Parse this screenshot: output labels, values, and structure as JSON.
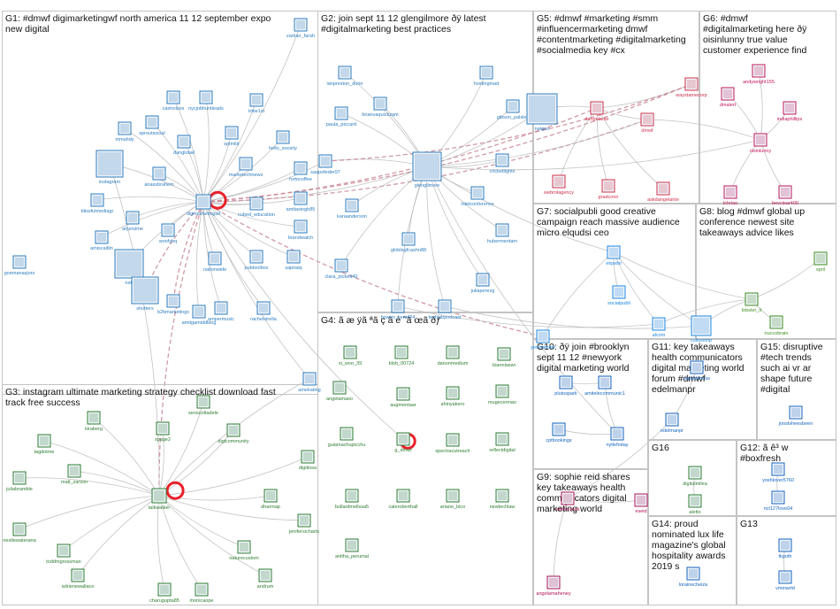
{
  "groups": [
    {
      "id": "G1",
      "label": "G1: #dmwf digimarketingwf north america 11 12 september expo\nnew digital"
    },
    {
      "id": "G2",
      "label": "G2: join sept 11 12 glengilmore ðÿ latest\n#digitalmarketing best practices"
    },
    {
      "id": "G3",
      "label": "G3: instagram ultimate marketing strategy checklist download fast\ntrack free success"
    },
    {
      "id": "G4",
      "label": "G4: ã æ ÿã ªã ç ã è ˆã œã ðƒ"
    },
    {
      "id": "G5",
      "label": "G5: #dmwf #marketing #smm\n#influencermarketing dmwf\n#contentmarketing #digitalmarketing\n#socialmedia key #cx"
    },
    {
      "id": "G6",
      "label": "G6: #dmwf\n#digitalmarketing here ðÿ\noisinlunny true value\ncustomer experience find"
    },
    {
      "id": "G7",
      "label": "G7: socialpubli good creative\ncampaign reach massive audience\nmicro elqudsi ceo"
    },
    {
      "id": "G8",
      "label": "G8: blog #dmwf global up\nconference newest site\ntakeaways advice likes"
    },
    {
      "id": "G9",
      "label": "G9: sophie reid shares\nkey takeaways health\ncommunicators digital\nmarketing world"
    },
    {
      "id": "G10",
      "label": "G10: ðÿ join #brooklyn\nsept 11 12 #newyork\ndigital marketing world"
    },
    {
      "id": "G11",
      "label": "G11: key takeaways\nhealth communicators\ndigital marketing world\nforum #dmwf\nedelmanpr"
    },
    {
      "id": "G12",
      "label": "G12: ã ê³ w\n#boxfresh"
    },
    {
      "id": "G13",
      "label": "G13"
    },
    {
      "id": "G14",
      "label": "G14: proud\nnominated lux life\nmagazine's global\nhospitality awards\n2019 s"
    },
    {
      "id": "G15",
      "label": "G15: disruptive\n#tech trends\nsuch ai vr ar\nshape future\n#digital"
    },
    {
      "id": "G16",
      "label": "G16"
    }
  ],
  "nodes": [
    {
      "id": "zarkan_farah",
      "label": "zarkan_farah",
      "color": "#2e7dbf"
    },
    {
      "id": "nycjobhuntleads",
      "label": "nycjobhuntleads",
      "color": "#2e7dbf"
    },
    {
      "id": "castroluss",
      "label": "castroluss",
      "color": "#2e7dbf"
    },
    {
      "id": "tribe1st",
      "label": "tribe1st",
      "color": "#2e7dbf"
    },
    {
      "id": "mmahdy",
      "label": "mmahdy",
      "color": "#2e7dbf"
    },
    {
      "id": "sproutsocial",
      "label": "sproutsocial",
      "color": "#2e7dbf"
    },
    {
      "id": "danglobal",
      "label": "danglobal",
      "color": "#2e7dbf"
    },
    {
      "id": "sprinklr",
      "label": "sprinklr",
      "color": "#2e7dbf"
    },
    {
      "id": "hello_society",
      "label": "hello_society",
      "color": "#2e7dbf"
    },
    {
      "id": "instagram",
      "label": "instagram",
      "color": "#2e7dbf"
    },
    {
      "id": "anassbrahem",
      "label": "anassbrahem",
      "color": "#2e7dbf"
    },
    {
      "id": "marketechnews",
      "label": "marketechnews",
      "color": "#2e7dbf"
    },
    {
      "id": "fortocoffee",
      "label": "fortocoffee",
      "color": "#2e7dbf"
    },
    {
      "id": "blissfulmediagr",
      "label": "blissfulmediagr",
      "color": "#2e7dbf"
    },
    {
      "id": "digimarketingwf",
      "label": "digimarketingwf",
      "color": "#2e7dbf"
    },
    {
      "id": "cubed_education",
      "label": "cubed_education",
      "color": "#2e7dbf"
    },
    {
      "id": "amitasingh85",
      "label": "amitasingh85",
      "color": "#2e7dbf"
    },
    {
      "id": "arjunsime",
      "label": "arjunsime",
      "color": "#2e7dbf"
    },
    {
      "id": "woofyhq",
      "label": "woofyhq",
      "color": "#2e7dbf"
    },
    {
      "id": "brandwatch",
      "label": "brandwatch",
      "color": "#2e7dbf"
    },
    {
      "id": "amiscaitlin",
      "label": "amiscaitlin",
      "color": "#2e7dbf"
    },
    {
      "id": "goemanasjors",
      "label": "goemanasjors",
      "color": "#2e7dbf"
    },
    {
      "id": "netflix",
      "label": "netf",
      "color": "#2e7dbf"
    },
    {
      "id": "nationwide",
      "label": "nationwide",
      "color": "#2e7dbf"
    },
    {
      "id": "pubtoolbox",
      "label": "pubtoolbox",
      "color": "#2e7dbf"
    },
    {
      "id": "sapiraiq",
      "label": "sapiraiq",
      "color": "#2e7dbf"
    },
    {
      "id": "shutterstock",
      "label": "shutters",
      "color": "#2e7dbf"
    },
    {
      "id": "b2bmarketingx",
      "label": "b2bmarketingx",
      "color": "#2e7dbf"
    },
    {
      "id": "ampermusic",
      "label": "ampermusic",
      "color": "#2e7dbf"
    },
    {
      "id": "rachelstrella",
      "label": "rachelstrella",
      "color": "#2e7dbf"
    },
    {
      "id": "amitgamiddblog",
      "label": "amitgamiddblog",
      "color": "#2e7dbf"
    },
    {
      "id": "amekating",
      "label": "amekating",
      "color": "#2e7dbf"
    },
    {
      "id": "ianpreston_dunn",
      "label": "ianpreston_dunn",
      "color": "#2e7dbf"
    },
    {
      "id": "hostingmad",
      "label": "hostingmad",
      "color": "#2e7dbf"
    },
    {
      "id": "brianvaquickzam",
      "label": "brianvaquickzam",
      "color": "#2e7dbf"
    },
    {
      "id": "paula_piccard",
      "label": "paula_piccard",
      "color": "#2e7dbf"
    },
    {
      "id": "gibson_palsley",
      "label": "gibson_palsley",
      "color": "#2e7dbf"
    },
    {
      "id": "natgeo",
      "label": "natgeo",
      "color": "#2e7dbf"
    },
    {
      "id": "saapofeder97",
      "label": "saapofeder97",
      "color": "#2e7dbf"
    },
    {
      "id": "glengilmore",
      "label": "glengilmore",
      "color": "#2e7dbf"
    },
    {
      "id": "cricketlights",
      "label": "cricketlights",
      "color": "#2e7dbf"
    },
    {
      "id": "intelconference",
      "label": "intelconference",
      "color": "#2e7dbf"
    },
    {
      "id": "karaanderson",
      "label": "karaanderson",
      "color": "#2e7dbf"
    },
    {
      "id": "globlegfcashn88",
      "label": "globlegfcashn88",
      "color": "#2e7dbf"
    },
    {
      "id": "hubermentam",
      "label": "hubermentam",
      "color": "#2e7dbf"
    },
    {
      "id": "clara_pickett40",
      "label": "clara_pickett40",
      "color": "#2e7dbf"
    },
    {
      "id": "juliaperezg",
      "label": "juliaperezg",
      "color": "#2e7dbf"
    },
    {
      "id": "bowen_kent424",
      "label": "bowen_kent424",
      "color": "#2e7dbf"
    },
    {
      "id": "techlabpodcast",
      "label": "techlabpodcast",
      "color": "#2e7dbf"
    },
    {
      "id": "waystamecorp",
      "label": "waystamecorp",
      "color": "#d0304a"
    },
    {
      "id": "dangelante",
      "label": "dangelante",
      "color": "#d0304a"
    },
    {
      "id": "dmwf",
      "label": "dmwf",
      "color": "#d0304a"
    },
    {
      "id": "webrolagency",
      "label": "webrolagency",
      "color": "#d0304a"
    },
    {
      "id": "gradconn",
      "label": "gradconn",
      "color": "#d0304a"
    },
    {
      "id": "askdangelante",
      "label": "askdangelante",
      "color": "#d0304a"
    },
    {
      "id": "andywright155",
      "label": "andywright155",
      "color": "#c2185b"
    },
    {
      "id": "dmalert",
      "label": "dmalert",
      "color": "#c2185b"
    },
    {
      "id": "indiaphillips",
      "label": "indiaphillips",
      "color": "#c2185b"
    },
    {
      "id": "oisinlunny",
      "label": "oisinlunny",
      "color": "#c2185b"
    },
    {
      "id": "tchrlao",
      "label": "tchrlao",
      "color": "#c2185b"
    },
    {
      "id": "bevclear400",
      "label": "bevclear400",
      "color": "#c2185b"
    },
    {
      "id": "elqudsi",
      "label": "elqudsi",
      "color": "#1e88e5"
    },
    {
      "id": "socialpubli",
      "label": "socialpubli",
      "color": "#1e88e5"
    },
    {
      "id": "yesenimaw",
      "label": "yesenimaw",
      "color": "#1e88e5"
    },
    {
      "id": "alcomm",
      "label": "alcom",
      "color": "#1e88e5"
    },
    {
      "id": "culturetrip",
      "label": "culturetrip",
      "color": "#1e88e5"
    },
    {
      "id": "spril",
      "label": "spril",
      "color": "#3f8e1f"
    },
    {
      "id": "lobster_it",
      "label": "lobster_it",
      "color": "#3f8e1f"
    },
    {
      "id": "nuccobrain",
      "label": "nuccobrain",
      "color": "#3f8e1f"
    },
    {
      "id": "si_woo_39",
      "label": "si_woo_39",
      "color": "#2e7d32"
    },
    {
      "id": "blob_00724",
      "label": "blob_00724",
      "color": "#2e7d32"
    },
    {
      "id": "danonmedium",
      "label": "danonmedium",
      "color": "#2e7d32"
    },
    {
      "id": "biannlaswi",
      "label": "biannlaswi",
      "color": "#2e7d32"
    },
    {
      "id": "angelamaso",
      "label": "angelamaso",
      "color": "#2e7d32"
    },
    {
      "id": "augmentaar",
      "label": "augmentaar",
      "color": "#2e7d32"
    },
    {
      "id": "ahinyakero",
      "label": "ahinyakero",
      "color": "#2e7d32"
    },
    {
      "id": "mugecerman",
      "label": "mugecerman",
      "color": "#2e7d32"
    },
    {
      "id": "guiamachupicchu",
      "label": "guiamachupicchu",
      "color": "#2e7d32"
    },
    {
      "id": "g_dmwf",
      "label": "g_dmwf",
      "color": "#2e7d32"
    },
    {
      "id": "spectracutreach",
      "label": "spectracutreach",
      "color": "#2e7d32"
    },
    {
      "id": "reflectdigital",
      "label": "reflectdigital",
      "color": "#2e7d32"
    },
    {
      "id": "bullardmellssa5",
      "label": "bullardmellssa5",
      "color": "#2e7d32"
    },
    {
      "id": "caleroberthall",
      "label": "caleroberthall",
      "color": "#2e7d32"
    },
    {
      "id": "ariane_bico",
      "label": "ariane_bico",
      "color": "#2e7d32"
    },
    {
      "id": "newtechlaw",
      "label": "newtechlaw",
      "color": "#2e7d32"
    },
    {
      "id": "anitha_perumal",
      "label": "anitha_perumal",
      "color": "#2e7d32"
    },
    {
      "id": "seoscottadele",
      "label": "seoscottadele",
      "color": "#2e7d32"
    },
    {
      "id": "kiraberg",
      "label": "kiraberg",
      "color": "#2e7d32"
    },
    {
      "id": "tagdotme",
      "label": "tagdotme",
      "color": "#2e7d32"
    },
    {
      "id": "xpage2",
      "label": "xpage2",
      "color": "#2e7d32"
    },
    {
      "id": "digicommunity",
      "label": "digicommunity",
      "color": "#2e7d32"
    },
    {
      "id": "juliabramble",
      "label": "juliabramble",
      "color": "#2e7d32"
    },
    {
      "id": "matt_zarson",
      "label": "matt_zarson",
      "color": "#2e7d32"
    },
    {
      "id": "digitinsa",
      "label": "digitinsa",
      "color": "#2e7d32"
    },
    {
      "id": "talkwalker",
      "label": "talkwalker",
      "color": "#2e7d32"
    },
    {
      "id": "dharmap",
      "label": "dharmap",
      "color": "#2e7d32"
    },
    {
      "id": "nestlewaterana",
      "label": "nestlewaterana",
      "color": "#2e7d32"
    },
    {
      "id": "jenifersicharts",
      "label": "jenifersicharts",
      "color": "#2e7d32"
    },
    {
      "id": "toddmgrossman",
      "label": "toddmgrossman",
      "color": "#2e7d32"
    },
    {
      "id": "naturecustom",
      "label": "naturecustom",
      "color": "#2e7d32"
    },
    {
      "id": "adrienewallace",
      "label": "adrienewallace",
      "color": "#2e7d32"
    },
    {
      "id": "andrum",
      "label": "andrum",
      "color": "#2e7d32"
    },
    {
      "id": "charugupta85",
      "label": "charugupta85",
      "color": "#2e7d32"
    },
    {
      "id": "monicaope",
      "label": "monicaope",
      "color": "#2e7d32"
    },
    {
      "id": "plutospark",
      "label": "plutospark",
      "color": "#1565c0"
    },
    {
      "id": "amitelecommunic1",
      "label": "amitelecommunic1",
      "color": "#1565c0"
    },
    {
      "id": "cptbookings",
      "label": "cptbookings",
      "color": "#1565c0"
    },
    {
      "id": "nytlefoday",
      "label": "nytlefoday",
      "color": "#1565c0"
    },
    {
      "id": "edelmanuk",
      "label": "edelmanuk",
      "color": "#ad1457"
    },
    {
      "id": "angelamaheney",
      "label": "angelamaheney",
      "color": "#ad1457"
    },
    {
      "id": "eseid",
      "label": "eseid",
      "color": "#ad1457"
    },
    {
      "id": "edelmanpr",
      "label": "edelmanpr",
      "color": "#1565c0"
    },
    {
      "id": "reputationus",
      "label": "reputationus",
      "color": "#1565c0"
    },
    {
      "id": "joostvheesbeen",
      "label": "joostvheesbeen",
      "color": "#1565c0"
    },
    {
      "id": "yoshlover5760",
      "label": "yoshlover5760",
      "color": "#1565c0"
    },
    {
      "id": "nct127love04",
      "label": "nct127love04",
      "color": "#1565c0"
    },
    {
      "id": "digitalmilea",
      "label": "digitalmilea",
      "color": "#2e7d32"
    },
    {
      "id": "aletto",
      "label": "aletto",
      "color": "#2e7d32"
    },
    {
      "id": "lorainecheiza",
      "label": "lorainecheiza",
      "color": "#1565c0"
    },
    {
      "id": "tkgoth",
      "label": "tkgoth",
      "color": "#1565c0"
    },
    {
      "id": "vminwrld",
      "label": "vminwrld",
      "color": "#1565c0"
    }
  ]
}
